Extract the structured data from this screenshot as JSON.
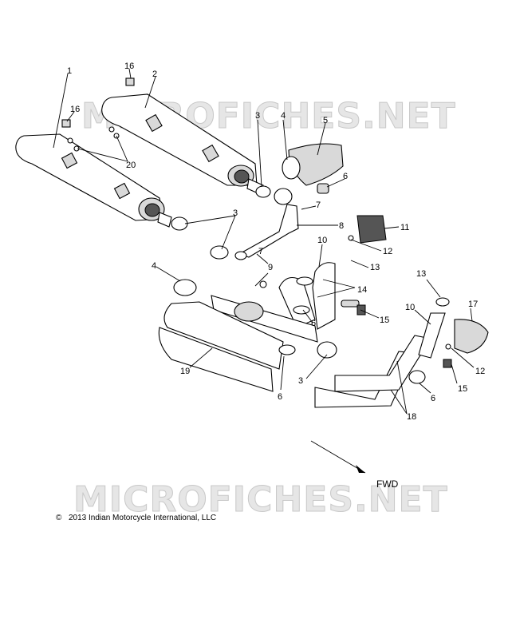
{
  "watermark_text": "MICROFICHES.NET",
  "direction_label": "FWD",
  "copyright_symbol": "©",
  "copyright_text": "2013 Indian Motorcycle International, LLC",
  "callouts": [
    "1",
    "2",
    "3",
    "4",
    "5",
    "6",
    "16",
    "16",
    "20",
    "3",
    "7",
    "8",
    "11",
    "10",
    "12",
    "13",
    "7",
    "9",
    "14",
    "15",
    "4",
    "6",
    "13",
    "10",
    "17",
    "12",
    "19",
    "6",
    "3",
    "6",
    "15",
    "18"
  ]
}
